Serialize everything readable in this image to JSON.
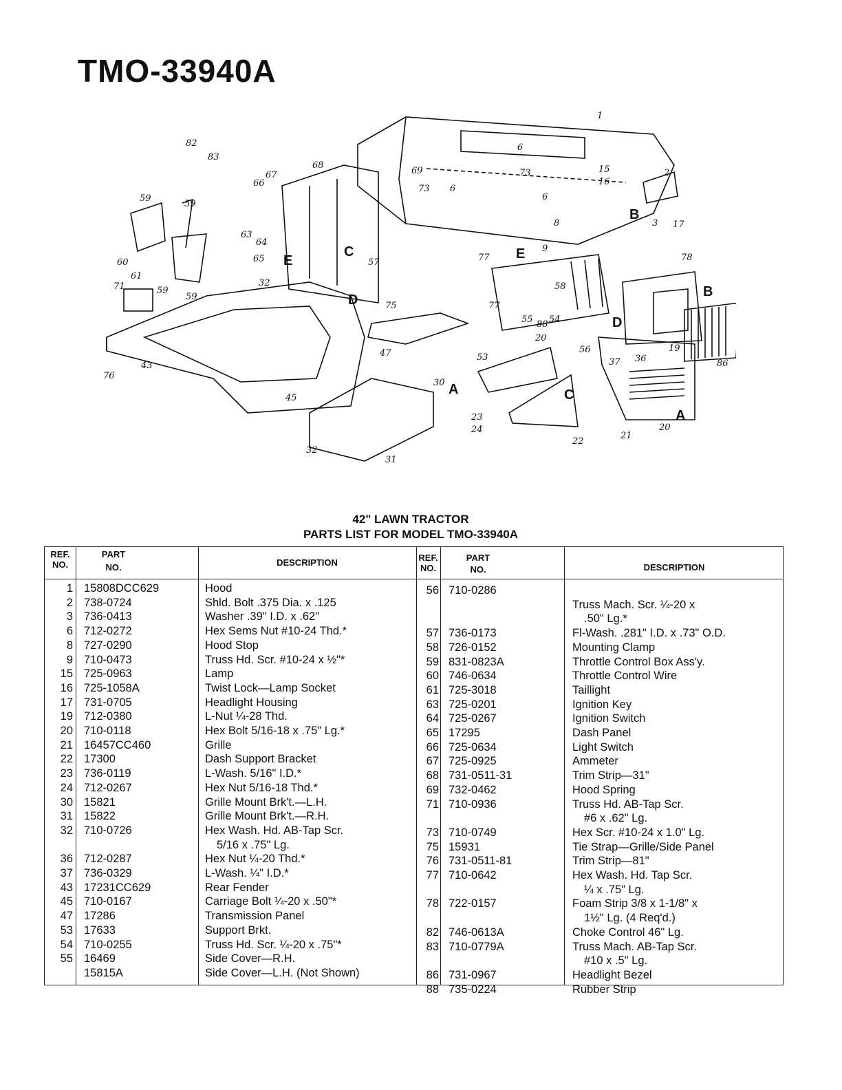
{
  "page": {
    "model_title": "TMO-33940A",
    "heading_1": "42\" LAWN TRACTOR",
    "heading_2": "PARTS LIST FOR MODEL TMO-33940A"
  },
  "table": {
    "headers": {
      "ref": "REF. NO.",
      "ref_line1": "REF.",
      "ref_line2": "NO.",
      "part_line1": "PART",
      "part_line2": "NO.",
      "desc": "DESCRIPTION"
    },
    "left_lines": [
      {
        "ref": "1",
        "part": "15808DCC629",
        "desc": "Hood"
      },
      {
        "ref": "2",
        "part": "738-0724",
        "desc": "Shld. Bolt .375 Dia. x .125"
      },
      {
        "ref": "3",
        "part": "736-0413",
        "desc": "Washer .39\" I.D. x .62\""
      },
      {
        "ref": "6",
        "part": "712-0272",
        "desc": "Hex Sems Nut #10-24 Thd.*"
      },
      {
        "ref": "8",
        "part": "727-0290",
        "desc": "Hood Stop"
      },
      {
        "ref": "9",
        "part": "710-0473",
        "desc": "Truss Hd. Scr. #10-24 x ½\"*"
      },
      {
        "ref": "15",
        "part": "725-0963",
        "desc": "Lamp"
      },
      {
        "ref": "16",
        "part": "725-1058A",
        "desc": "Twist Lock—Lamp Socket"
      },
      {
        "ref": "17",
        "part": "731-0705",
        "desc": "Headlight Housing"
      },
      {
        "ref": "19",
        "part": "712-0380",
        "desc": "L-Nut ¼-28 Thd."
      },
      {
        "ref": "20",
        "part": "710-0118",
        "desc": "Hex Bolt 5/16-18 x .75\" Lg.*"
      },
      {
        "ref": "21",
        "part": "16457CC460",
        "desc": "Grille"
      },
      {
        "ref": "22",
        "part": "17300",
        "desc": "Dash Support Bracket"
      },
      {
        "ref": "23",
        "part": "736-0119",
        "desc": "L-Wash. 5/16\" I.D.*"
      },
      {
        "ref": "24",
        "part": "712-0267",
        "desc": "Hex Nut 5/16-18 Thd.*"
      },
      {
        "ref": "30",
        "part": "15821",
        "desc": "Grille Mount Brk't.—L.H."
      },
      {
        "ref": "31",
        "part": "15822",
        "desc": "Grille Mount Brk't.—R.H."
      },
      {
        "ref": "32",
        "part": "710-0726",
        "desc": "Hex Wash. Hd. AB-Tap Scr."
      },
      {
        "ref": "",
        "part": "",
        "desc": "5/16 x .75\" Lg."
      },
      {
        "ref": "36",
        "part": "712-0287",
        "desc": "Hex Nut ¼-20 Thd.*"
      },
      {
        "ref": "37",
        "part": "736-0329",
        "desc": "L-Wash. ¼\" I.D.*"
      },
      {
        "ref": "43",
        "part": "17231CC629",
        "desc": "Rear Fender"
      },
      {
        "ref": "45",
        "part": "710-0167",
        "desc": "Carriage Bolt ¼-20 x .50\"*"
      },
      {
        "ref": "47",
        "part": "17286",
        "desc": "Transmission Panel"
      },
      {
        "ref": "53",
        "part": "17633",
        "desc": "Support Brkt."
      },
      {
        "ref": "54",
        "part": "710-0255",
        "desc": "Truss Hd. Scr. ¼-20 x .75\"*"
      },
      {
        "ref": "55",
        "part": "16469",
        "desc": "Side Cover—R.H."
      },
      {
        "ref": "",
        "part": "15815A",
        "desc": "Side Cover—L.H. (Not Shown)"
      }
    ],
    "right_lines": [
      {
        "ref": "56",
        "part": "710-0286",
        "desc": ""
      },
      {
        "ref": "",
        "part": "",
        "desc": "Truss Mach. Scr. ¼-20 x"
      },
      {
        "ref": "",
        "part": "",
        "desc": ".50\" Lg.*"
      },
      {
        "ref": "57",
        "part": "736-0173",
        "desc": "Fl-Wash. .281\" I.D. x .73\" O.D."
      },
      {
        "ref": "58",
        "part": "726-0152",
        "desc": "Mounting Clamp"
      },
      {
        "ref": "59",
        "part": "831-0823A",
        "desc": "Throttle Control Box Ass'y."
      },
      {
        "ref": "60",
        "part": "746-0634",
        "desc": "Throttle Control Wire"
      },
      {
        "ref": "61",
        "part": "725-3018",
        "desc": "Taillight"
      },
      {
        "ref": "63",
        "part": "725-0201",
        "desc": "Ignition Key"
      },
      {
        "ref": "64",
        "part": "725-0267",
        "desc": "Ignition Switch"
      },
      {
        "ref": "65",
        "part": "17295",
        "desc": "Dash Panel"
      },
      {
        "ref": "66",
        "part": "725-0634",
        "desc": "Light Switch"
      },
      {
        "ref": "67",
        "part": "725-0925",
        "desc": "Ammeter"
      },
      {
        "ref": "68",
        "part": "731-0511-31",
        "desc": "Trim Strip—31\""
      },
      {
        "ref": "69",
        "part": "732-0462",
        "desc": "Hood Spring"
      },
      {
        "ref": "71",
        "part": "710-0936",
        "desc": "Truss Hd. AB-Tap Scr."
      },
      {
        "ref": "",
        "part": "",
        "desc": "#6 x .62\" Lg."
      },
      {
        "ref": "73",
        "part": "710-0749",
        "desc": "Hex Scr. #10-24 x 1.0\" Lg."
      },
      {
        "ref": "75",
        "part": "15931",
        "desc": "Tie Strap—Grille/Side Panel"
      },
      {
        "ref": "76",
        "part": "731-0511-81",
        "desc": "Trim Strip—81\""
      },
      {
        "ref": "77",
        "part": "710-0642",
        "desc": "Hex Wash. Hd. Tap Scr."
      },
      {
        "ref": "",
        "part": "",
        "desc": "¼ x .75\" Lg."
      },
      {
        "ref": "78",
        "part": "722-0157",
        "desc": "Foam Strip 3/8 x 1-1/8\" x"
      },
      {
        "ref": "",
        "part": "",
        "desc": "1½\" Lg. (4 Req'd.)"
      },
      {
        "ref": "82",
        "part": "746-0613A",
        "desc": "Choke Control 46\" Lg."
      },
      {
        "ref": "83",
        "part": "710-0779A",
        "desc": "Truss Mach. AB-Tap Scr."
      },
      {
        "ref": "",
        "part": "",
        "desc": "#10 x .5\" Lg."
      },
      {
        "ref": "86",
        "part": "731-0967",
        "desc": "Headlight Bezel"
      },
      {
        "ref": "88",
        "part": "735-0224",
        "desc": "Rubber Strip"
      }
    ]
  },
  "diagram": {
    "callouts": [
      "1",
      "2",
      "3",
      "6",
      "6",
      "6",
      "8",
      "9",
      "15",
      "16",
      "17",
      "19",
      "20",
      "20",
      "21",
      "22",
      "23",
      "24",
      "30",
      "31",
      "32",
      "32",
      "36",
      "37",
      "43",
      "45",
      "47",
      "53",
      "54",
      "55",
      "56",
      "57",
      "58",
      "59",
      "59",
      "59",
      "59",
      "60",
      "61",
      "63",
      "64",
      "65",
      "66",
      "67",
      "68",
      "69",
      "71",
      "73",
      "73",
      "75",
      "76",
      "77",
      "77",
      "78",
      "82",
      "83",
      "86",
      "88"
    ],
    "letters": [
      "A",
      "A",
      "B",
      "B",
      "C",
      "C",
      "D",
      "D",
      "E",
      "E"
    ]
  }
}
